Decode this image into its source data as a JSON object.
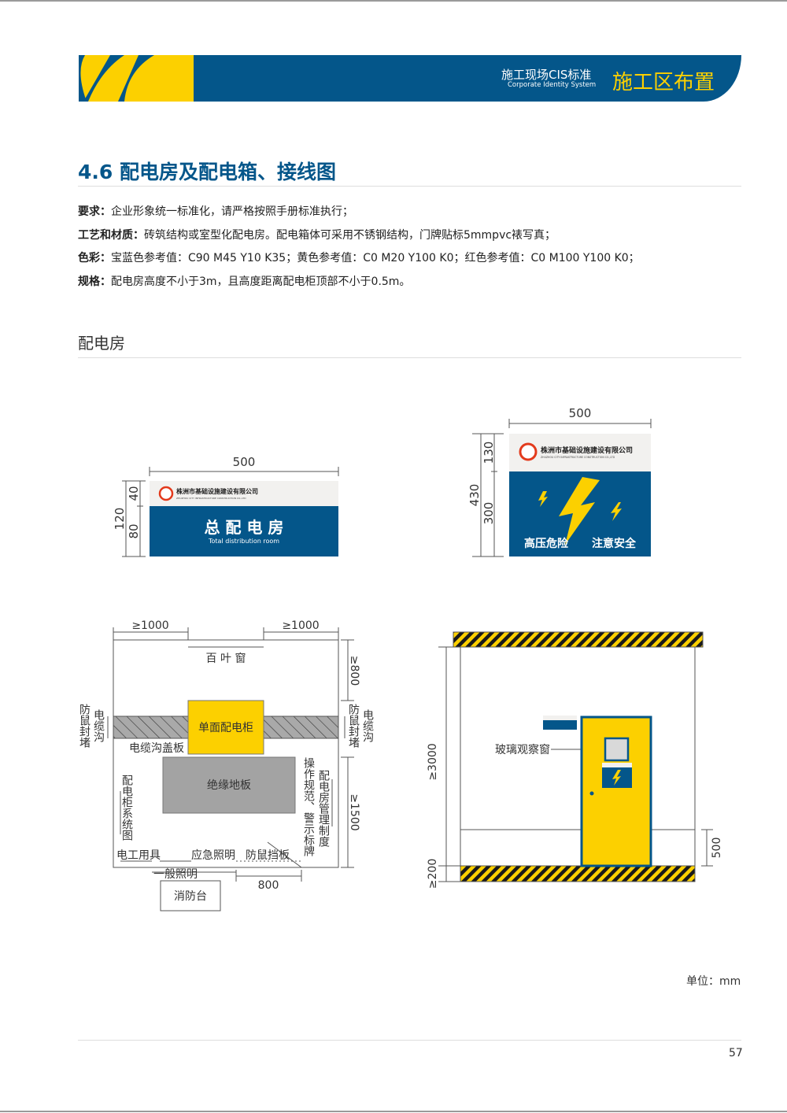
{
  "header": {
    "standard_title": "施工现场CIS标准",
    "standard_subtitle": "Corporate Identity System",
    "section": "施工区布置",
    "colors": {
      "blue": "#04568a",
      "yellow": "#fcd000"
    }
  },
  "title": "4.6 配电房及配电箱、接线图",
  "requirements": [
    {
      "label": "要求：",
      "text": "企业形象统一标准化，请严格按照手册标准执行；"
    },
    {
      "label": "工艺和材质：",
      "text": "砖筑结构或室型化配电房。配电箱体可采用不锈钢结构，门牌贴标5mmpvc裱写真；"
    },
    {
      "label": "色彩：",
      "text": "宝蓝色参考值：C90 M45 Y10 K35；黄色参考值：C0 M20 Y100 K0；红色参考值：C0 M100 Y100 K0；"
    },
    {
      "label": "规格：",
      "text": "配电房高度不小于3m，且高度距离配电柜顶部不小于0.5m。"
    }
  ],
  "subsection": "配电房",
  "sign1": {
    "company": "株洲市基础设施建设有限公司",
    "company_en": "ZHUZHOU CITY INFRASTRUCTURE CONSTRUCTION CO.,LTD",
    "title": "总 配 电 房",
    "subtitle": "Total distribution room",
    "dim_width": "500",
    "dim_total": "120",
    "dim_top": "40",
    "dim_bottom": "80"
  },
  "sign2": {
    "company": "株洲市基础设施建设有限公司",
    "company_en": "ZHUZHOU CITY INFRASTRUCTURE CONSTRUCTION CO.,LTD",
    "warning_left": "高压危险",
    "warning_right": "注意安全",
    "dim_width": "500",
    "dim_total": "430",
    "dim_top": "130",
    "dim_bottom": "300"
  },
  "plan": {
    "dim_left": "≥1000",
    "dim_right": "≥1000",
    "louver": "百 叶 窗",
    "dim_top_right": "≥800",
    "dim_bottom_right": "≥1500",
    "dim_bottom": "800",
    "rodent_seal": "防鼠封堵",
    "cable_trench": "电缆沟",
    "cabinet": "单面配电柜",
    "trench_cover": "电缆沟盖板",
    "insulation_floor": "绝缘地板",
    "system_diagram": "配电柜系统图",
    "operation_rules": "操作规范、警示标牌",
    "management_rules": "配电房管理制度",
    "tools": "电工用具",
    "emergency_light": "应急照明",
    "rodent_board": "防鼠挡板",
    "general_light": "一般照明",
    "fire_station": "消防台"
  },
  "elevation": {
    "glass_window": "玻璃观察窗",
    "dim_height": "≥3000",
    "dim_base": "≥200",
    "dim_skirting": "500"
  },
  "footer": {
    "unit": "单位：mm",
    "page": "57"
  }
}
